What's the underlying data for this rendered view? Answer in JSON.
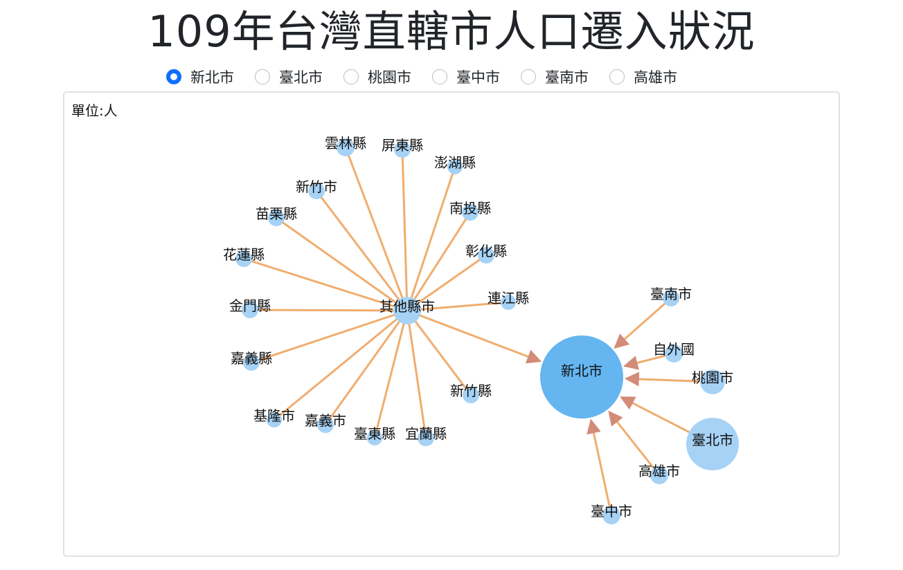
{
  "title": "109年台灣直轄市人口遷入狀況",
  "city_options": [
    {
      "label": "新北市",
      "selected": true
    },
    {
      "label": "臺北市",
      "selected": false
    },
    {
      "label": "桃園市",
      "selected": false
    },
    {
      "label": "臺中市",
      "selected": false
    },
    {
      "label": "臺南市",
      "selected": false
    },
    {
      "label": "高雄市",
      "selected": false
    }
  ],
  "unit_label": "單位:人",
  "colors": {
    "target_node": "#64b5f0",
    "source_node": "#a6d2f5",
    "edge": "#f0ad6e",
    "arrow": "#d28c78",
    "radio_selected": "#0d6efd"
  },
  "graph": {
    "target": "新北市",
    "hub": "其他縣市",
    "nodes": [
      {
        "id": "新北市",
        "role": "target"
      },
      {
        "id": "其他縣市",
        "role": "hub"
      },
      {
        "id": "臺北市",
        "role": "source"
      },
      {
        "id": "桃園市",
        "role": "source"
      },
      {
        "id": "自外國",
        "role": "source"
      },
      {
        "id": "臺南市",
        "role": "source"
      },
      {
        "id": "高雄市",
        "role": "source"
      },
      {
        "id": "臺中市",
        "role": "source"
      },
      {
        "id": "雲林縣",
        "role": "county"
      },
      {
        "id": "屏東縣",
        "role": "county"
      },
      {
        "id": "澎湖縣",
        "role": "county"
      },
      {
        "id": "新竹市",
        "role": "county"
      },
      {
        "id": "南投縣",
        "role": "county"
      },
      {
        "id": "苗栗縣",
        "role": "county"
      },
      {
        "id": "彰化縣",
        "role": "county"
      },
      {
        "id": "花蓮縣",
        "role": "county"
      },
      {
        "id": "連江縣",
        "role": "county"
      },
      {
        "id": "金門縣",
        "role": "county"
      },
      {
        "id": "嘉義縣",
        "role": "county"
      },
      {
        "id": "新竹縣",
        "role": "county"
      },
      {
        "id": "基隆市",
        "role": "county"
      },
      {
        "id": "嘉義市",
        "role": "county"
      },
      {
        "id": "臺東縣",
        "role": "county"
      },
      {
        "id": "宜蘭縣",
        "role": "county"
      }
    ],
    "edges": [
      {
        "from": "其他縣市",
        "to": "新北市",
        "arrow": true
      },
      {
        "from": "臺北市",
        "to": "新北市",
        "arrow": true
      },
      {
        "from": "桃園市",
        "to": "新北市",
        "arrow": true
      },
      {
        "from": "自外國",
        "to": "新北市",
        "arrow": true
      },
      {
        "from": "臺南市",
        "to": "新北市",
        "arrow": true
      },
      {
        "from": "高雄市",
        "to": "新北市",
        "arrow": true
      },
      {
        "from": "臺中市",
        "to": "新北市",
        "arrow": true
      },
      {
        "from": "雲林縣",
        "to": "其他縣市",
        "arrow": false
      },
      {
        "from": "屏東縣",
        "to": "其他縣市",
        "arrow": false
      },
      {
        "from": "澎湖縣",
        "to": "其他縣市",
        "arrow": false
      },
      {
        "from": "新竹市",
        "to": "其他縣市",
        "arrow": false
      },
      {
        "from": "南投縣",
        "to": "其他縣市",
        "arrow": false
      },
      {
        "from": "苗栗縣",
        "to": "其他縣市",
        "arrow": false
      },
      {
        "from": "彰化縣",
        "to": "其他縣市",
        "arrow": false
      },
      {
        "from": "花蓮縣",
        "to": "其他縣市",
        "arrow": false
      },
      {
        "from": "連江縣",
        "to": "其他縣市",
        "arrow": false
      },
      {
        "from": "金門縣",
        "to": "其他縣市",
        "arrow": false
      },
      {
        "from": "嘉義縣",
        "to": "其他縣市",
        "arrow": false
      },
      {
        "from": "新竹縣",
        "to": "其他縣市",
        "arrow": false
      },
      {
        "from": "基隆市",
        "to": "其他縣市",
        "arrow": false
      },
      {
        "from": "嘉義市",
        "to": "其他縣市",
        "arrow": false
      },
      {
        "from": "臺東縣",
        "to": "其他縣市",
        "arrow": false
      },
      {
        "from": "宜蘭縣",
        "to": "其他縣市",
        "arrow": false
      }
    ]
  }
}
